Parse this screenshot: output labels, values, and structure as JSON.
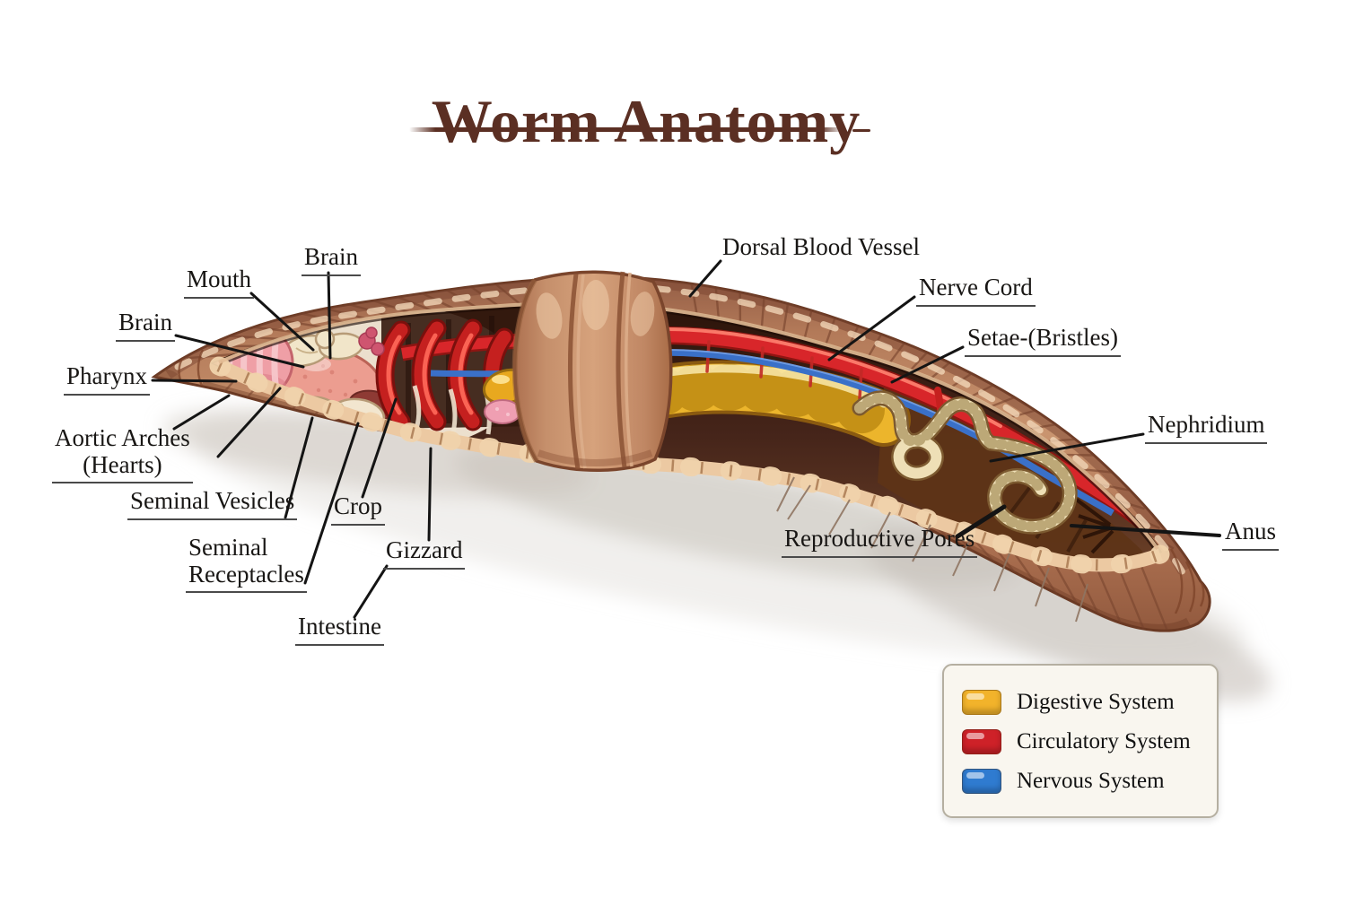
{
  "title": {
    "text": "Worm Anatomy",
    "color": "#5B2F23"
  },
  "labels": {
    "brain_top": "Brain",
    "mouth": "Mouth",
    "brain_side": "Brain",
    "pharynx": "Pharynx",
    "aortic_arches_line1": "Aortic Arches",
    "aortic_arches_line2": "(Hearts)",
    "seminal_vesicles": "Seminal Vesicles",
    "seminal_receptacles_line1": "Seminal",
    "seminal_receptacles_line2": "Receptacles",
    "crop": "Crop",
    "gizzard": "Gizzard",
    "intestine": "Intestine",
    "dorsal_blood_vessel": "Dorsal Blood Vessel",
    "nerve_cord": "Nerve Cord",
    "setae": "Setae-(Bristles)",
    "nephridium": "Nephridium",
    "reproductive_pores": "Reproductive Pores",
    "anus": "Anus"
  },
  "legend": {
    "items": [
      {
        "label": "Digestive System",
        "color": "#F2B32B"
      },
      {
        "label": "Circulatory System",
        "color": "#CE2128"
      },
      {
        "label": "Nervous System",
        "color": "#2F7BD0"
      }
    ]
  }
}
